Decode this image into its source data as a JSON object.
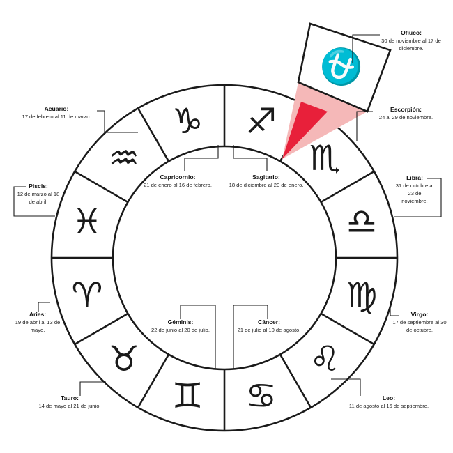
{
  "signs": [
    {
      "key": "capricornio",
      "name": "Capricornio:",
      "dates": "21 de enero al 16 de febrero.",
      "glyph": "♑"
    },
    {
      "key": "acuario",
      "name": "Acuario:",
      "dates": "17 de febrero al 11 de marzo.",
      "glyph": "♒"
    },
    {
      "key": "piscis",
      "name": "Piscis:",
      "dates": "12 de marzo al 18 de abril.",
      "glyph": "♓"
    },
    {
      "key": "aries",
      "name": "Aries:",
      "dates": "19 de abril al 13 de mayo.",
      "glyph": "♈"
    },
    {
      "key": "tauro",
      "name": "Tauro:",
      "dates": "14 de mayo al 21 de junio.",
      "glyph": "♉"
    },
    {
      "key": "geminis",
      "name": "Géminis:",
      "dates": "22 de junio al 20 de julio.",
      "glyph": "♊"
    },
    {
      "key": "cancer",
      "name": "Cáncer:",
      "dates": "21 de julio al 10 de agosto.",
      "glyph": "♋"
    },
    {
      "key": "leo",
      "name": "Leo:",
      "dates": "11 de agosto al 16 de septiembre.",
      "glyph": "♌"
    },
    {
      "key": "virgo",
      "name": "Virgo:",
      "dates": "17 de septiembre al 30 de octubre.",
      "glyph": "♍"
    },
    {
      "key": "libra",
      "name": "Libra:",
      "dates": "31 de octubre al 23 de noviembre.",
      "glyph": "♎"
    },
    {
      "key": "escorpion",
      "name": "Escorpión:",
      "dates": "24 al 29 de noviembre.",
      "glyph": "♏"
    },
    {
      "key": "sagitario",
      "name": "Sagitario:",
      "dates": "18 de diciembre al 20 de enero.",
      "glyph": "♐"
    }
  ],
  "ofiuco": {
    "name": "Ofiuco:",
    "dates": "30 de noviembre al 17 de diciembre.",
    "glyph": "⛎"
  },
  "colors": {
    "highlight": "#e8203a",
    "highlight_light": "#f5b8b8",
    "ink": "#1a1a1a"
  }
}
